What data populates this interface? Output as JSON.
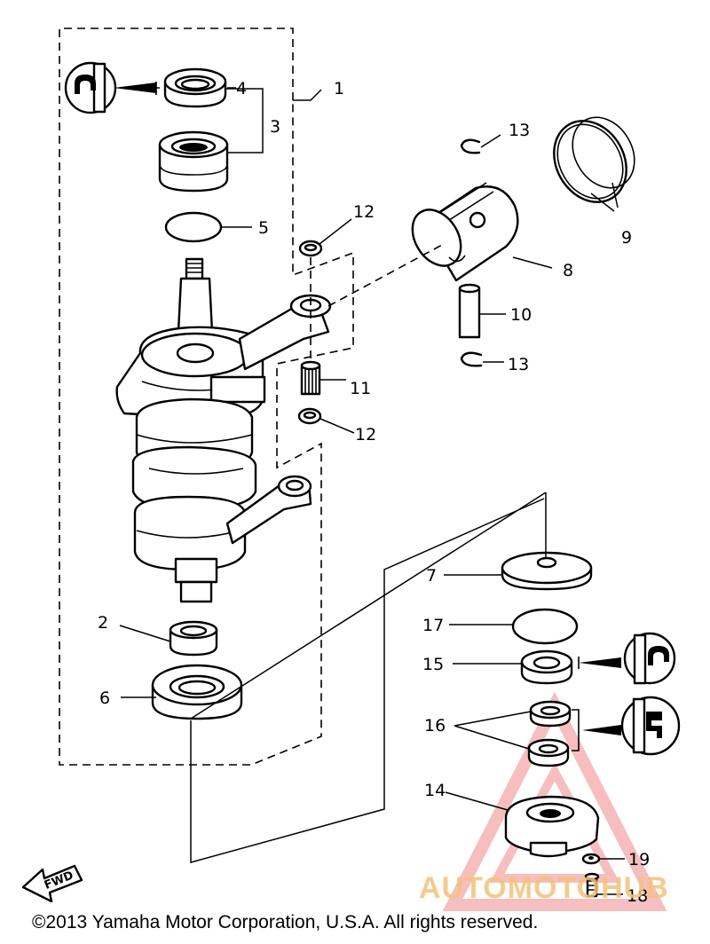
{
  "diagram": {
    "labels": {
      "p1": "1",
      "p2": "2",
      "p3": "3",
      "p4": "4",
      "p5": "5",
      "p6": "6",
      "p7": "7",
      "p8": "8",
      "p9": "9",
      "p10": "10",
      "p11": "11",
      "p12a": "12",
      "p12b": "12",
      "p13a": "13",
      "p13b": "13",
      "p14": "14",
      "p15": "15",
      "p16": "16",
      "p17": "17",
      "p18": "18",
      "p19": "19"
    },
    "fwd_label": "FWD",
    "copyright": "©2013 Yamaha Motor Corporation, U.S.A. All rights reserved."
  },
  "watermark": {
    "text": "AUTOMOTOHUB",
    "color_main": "#f3c27a",
    "color_accent": "#f28f8f",
    "triangle_color": "#f08a8a"
  }
}
